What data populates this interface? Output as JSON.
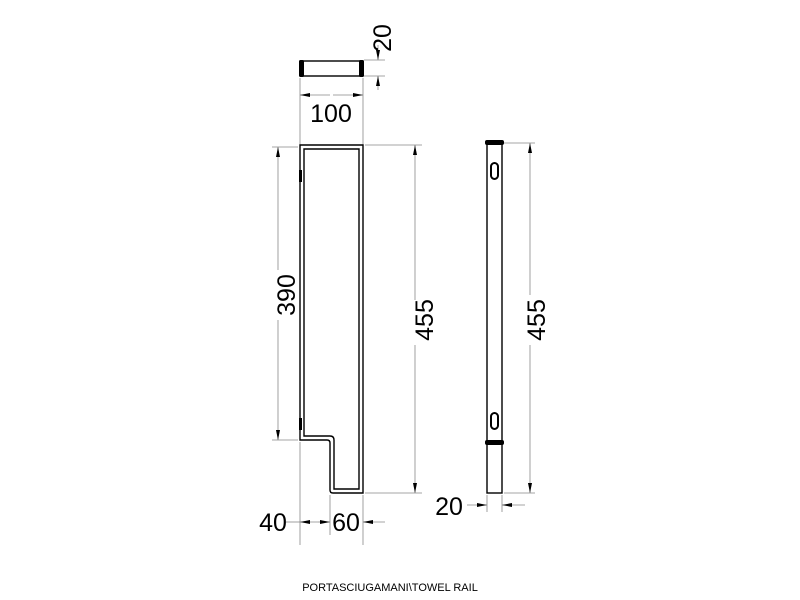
{
  "title": "PORTASCIUGAMANI\\TOWEL RAIL",
  "dimensions": {
    "top_depth": "20",
    "top_width": "100",
    "front_inner_height": "390",
    "front_height": "455",
    "side_height": "455",
    "side_width": "20",
    "bottom_offset": "40",
    "bottom_width": "60"
  }
}
